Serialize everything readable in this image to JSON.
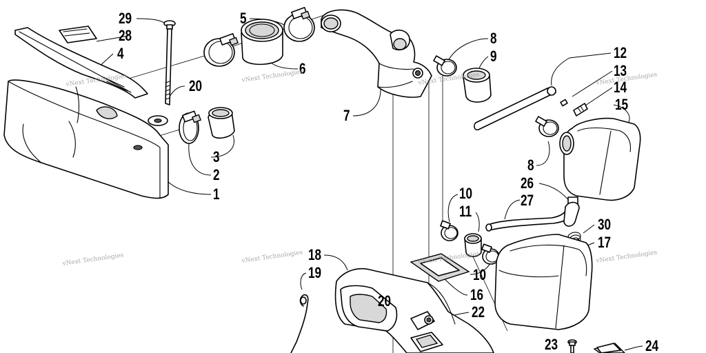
{
  "callouts": [
    {
      "id": "29",
      "text": "29"
    },
    {
      "id": "28",
      "text": "28"
    },
    {
      "id": "4",
      "text": "4"
    },
    {
      "id": "5",
      "text": "5"
    },
    {
      "id": "6",
      "text": "6"
    },
    {
      "id": "20a",
      "text": "20"
    },
    {
      "id": "3",
      "text": "3"
    },
    {
      "id": "2",
      "text": "2"
    },
    {
      "id": "1",
      "text": "1"
    },
    {
      "id": "7",
      "text": "7"
    },
    {
      "id": "8a",
      "text": "8"
    },
    {
      "id": "9",
      "text": "9"
    },
    {
      "id": "12",
      "text": "12"
    },
    {
      "id": "13",
      "text": "13"
    },
    {
      "id": "14",
      "text": "14"
    },
    {
      "id": "15",
      "text": "15"
    },
    {
      "id": "8b",
      "text": "8"
    },
    {
      "id": "26",
      "text": "26"
    },
    {
      "id": "27",
      "text": "27"
    },
    {
      "id": "10a",
      "text": "10"
    },
    {
      "id": "11",
      "text": "11"
    },
    {
      "id": "30",
      "text": "30"
    },
    {
      "id": "17",
      "text": "17"
    },
    {
      "id": "18",
      "text": "18"
    },
    {
      "id": "19",
      "text": "19"
    },
    {
      "id": "10b",
      "text": "10"
    },
    {
      "id": "16",
      "text": "16"
    },
    {
      "id": "20b",
      "text": "20"
    },
    {
      "id": "22",
      "text": "22"
    },
    {
      "id": "23",
      "text": "23"
    },
    {
      "id": "24",
      "text": "24"
    }
  ],
  "watermark": "vNext Technologies"
}
